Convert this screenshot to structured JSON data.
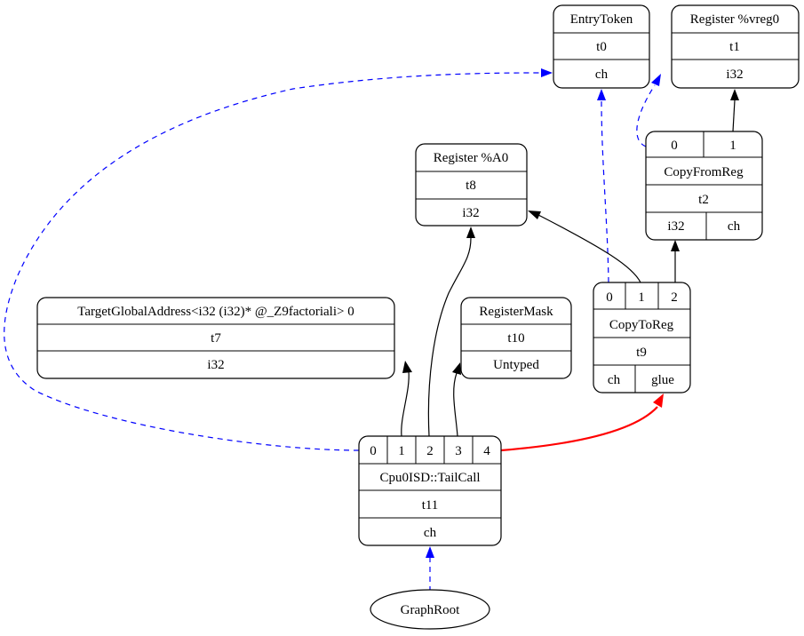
{
  "nodes": {
    "entry_token": {
      "title": "EntryToken",
      "id": "t0",
      "type": "ch"
    },
    "register_vreg0": {
      "title": "Register %vreg0",
      "id": "t1",
      "type": "i32"
    },
    "register_a0": {
      "title": "Register %A0",
      "id": "t8",
      "type": "i32"
    },
    "copy_from_reg": {
      "ports": [
        "0",
        "1"
      ],
      "title": "CopyFromReg",
      "id": "t2",
      "types": [
        "i32",
        "ch"
      ]
    },
    "target_global_address": {
      "title": "TargetGlobalAddress<i32 (i32)* @_Z9factoriali> 0",
      "id": "t7",
      "type": "i32"
    },
    "register_mask": {
      "title": "RegisterMask",
      "id": "t10",
      "type": "Untyped"
    },
    "copy_to_reg": {
      "ports": [
        "0",
        "1",
        "2"
      ],
      "title": "CopyToReg",
      "id": "t9",
      "types": [
        "ch",
        "glue"
      ]
    },
    "tail_call": {
      "ports": [
        "0",
        "1",
        "2",
        "3",
        "4"
      ],
      "title": "Cpu0ISD::TailCall",
      "id": "t11",
      "type": "ch"
    },
    "graph_root": {
      "title": "GraphRoot"
    }
  },
  "colors": {
    "data_edge": "#000000",
    "chain_edge": "#0000ff",
    "glue_edge": "#ff0000"
  }
}
